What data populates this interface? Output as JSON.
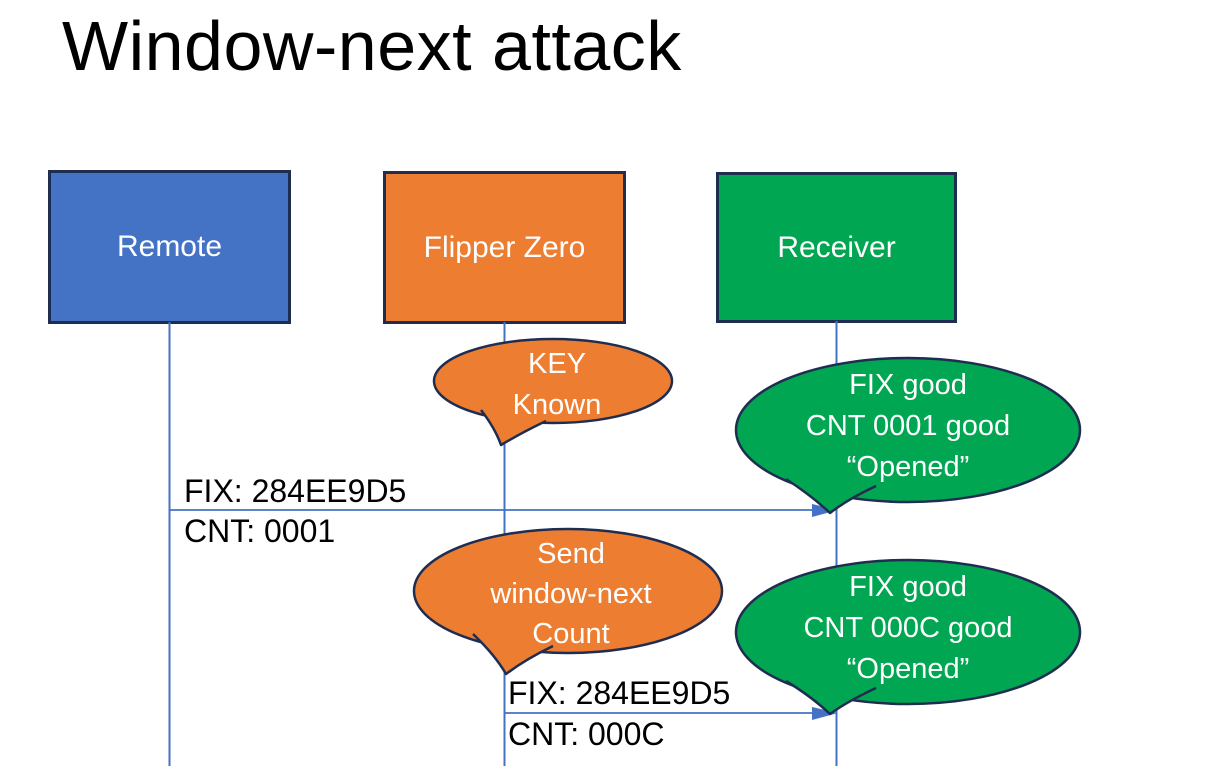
{
  "title": "Window-next attack",
  "colors": {
    "actor_blue": "#4472C4",
    "actor_orange": "#ED7D31",
    "actor_green": "#00A651",
    "outline_navy": "#1F2D50",
    "connector_blue": "#4472C4",
    "label_black": "#000000",
    "text_white": "#FFFFFF"
  },
  "actors": [
    {
      "label": "Remote"
    },
    {
      "label": "Flipper Zero"
    },
    {
      "label": "Receiver"
    }
  ],
  "messages": [
    {
      "label_top": "FIX: 284EE9D5",
      "label_bottom": "CNT: 0001"
    },
    {
      "label_top": "FIX: 284EE9D5",
      "label_bottom": "CNT: 000C"
    }
  ],
  "callouts": [
    {
      "lines": [
        "KEY",
        "Known"
      ]
    },
    {
      "lines": [
        "FIX good",
        "CNT 0001 good",
        "“Opened”"
      ]
    },
    {
      "lines": [
        "Send",
        "window-next",
        "Count"
      ]
    },
    {
      "lines": [
        "FIX good",
        "CNT 000C good",
        "“Opened”"
      ]
    }
  ]
}
